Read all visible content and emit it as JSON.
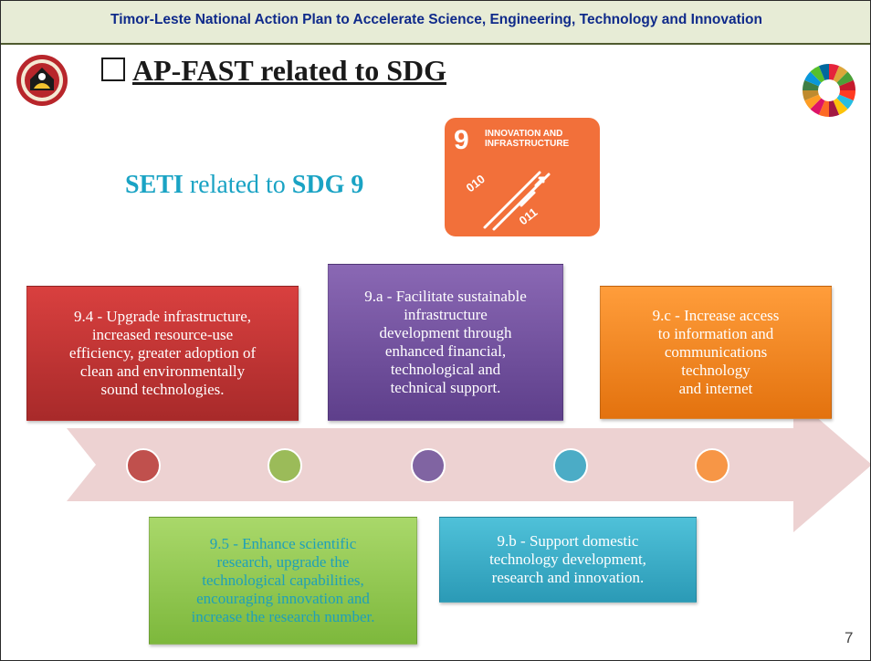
{
  "header": {
    "banner": "Timor-Leste National Action Plan  to Accelerate Science, Engineering, Technology and Innovation"
  },
  "title": {
    "text": "AP-FAST related to SDG"
  },
  "subtitle": {
    "seti": "SETI",
    "middle": " related to ",
    "sdg": "SDG 9"
  },
  "sdg_tile": {
    "number": "9",
    "line1": "INNOVATION AND",
    "line2": "INFRASTRUCTURE"
  },
  "targets_top": [
    {
      "lines": [
        "9.4 - Upgrade infrastructure,",
        "increased resource-use",
        "efficiency, greater adoption of",
        "clean and environmentally",
        "sound technologies."
      ]
    },
    {
      "lines": [
        "9.a - Facilitate sustainable",
        "infrastructure",
        "development through",
        "enhanced financial,",
        "technological and",
        "technical support."
      ]
    },
    {
      "lines": [
        "9.c - Increase access",
        "to information and",
        "communications",
        "technology",
        "and internet"
      ]
    }
  ],
  "targets_bottom": [
    {
      "lines": [
        "9.5 - Enhance scientific",
        "research, upgrade the",
        "technological capabilities,",
        "encouraging innovation and",
        "increase the research number."
      ]
    },
    {
      "lines": [
        "9.b - Support domestic",
        "technology development,",
        "research and innovation."
      ]
    }
  ],
  "dots": [
    {
      "color": "#c0504d"
    },
    {
      "color": "#9bbb59"
    },
    {
      "color": "#8064a2"
    },
    {
      "color": "#4bacc6"
    },
    {
      "color": "#f79646"
    }
  ],
  "colors": {
    "banner_text": "#0f2a8a",
    "subtitle": "#1aa3c4",
    "arrow": "#edd2d2",
    "sdg9": "#f2703a"
  },
  "icons": {
    "left_logo": "university-emblem-icon",
    "right_logo": "sdg-wheel-icon"
  },
  "page_number": "7"
}
